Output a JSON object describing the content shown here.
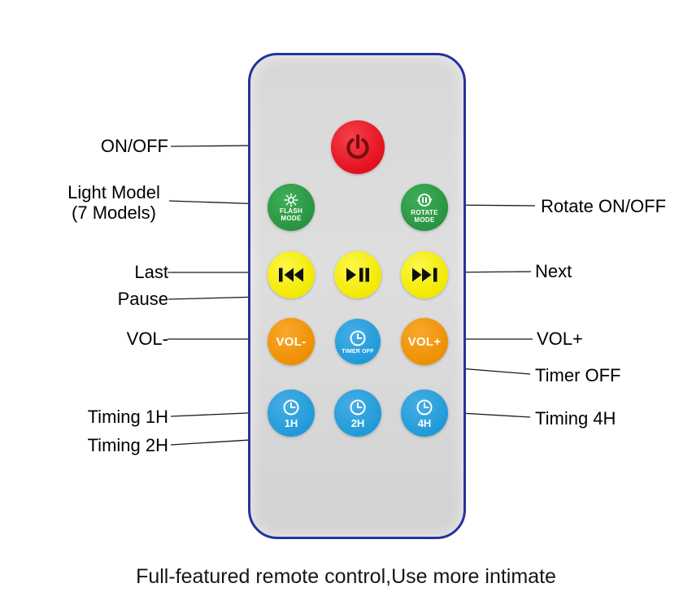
{
  "caption": "Full-featured remote control,Use more intimate",
  "callouts": {
    "on_off": "ON/OFF",
    "light_model_line1": "Light Model",
    "light_model_line2": "(7 Models)",
    "last": "Last",
    "pause": "Pause",
    "vol_minus": "VOL-",
    "timing_1h": "Timing 1H",
    "timing_2h": "Timing 2H",
    "rotate_on_off": "Rotate ON/OFF",
    "next": "Next",
    "vol_plus": "VOL+",
    "timer_off": "Timer OFF",
    "timing_4h": "Timing 4H"
  },
  "remote": {
    "buttons": {
      "flash_mode": {
        "label_line1": "FLASH",
        "label_line2": "MODE"
      },
      "rotate_mode": {
        "label_line1": "ROTATE",
        "label_line2": "MODE"
      },
      "vol_minus": {
        "label": "VOL-"
      },
      "vol_plus": {
        "label": "VOL+"
      },
      "timer_off": {
        "label": "TIMER OFF"
      },
      "timer_1h": {
        "label": "1H"
      },
      "timer_2h": {
        "label": "2H"
      },
      "timer_4h": {
        "label": "4H"
      }
    }
  },
  "colors": {
    "power_red": "#e30f1d",
    "mode_green": "#2f9e49",
    "media_yellow": "#f2e900",
    "volume_orange": "#ee8f00",
    "timer_blue": "#1f9ad8",
    "remote_outline_blue": "#2335a0",
    "remote_body_gray": "#d8d8d8"
  }
}
